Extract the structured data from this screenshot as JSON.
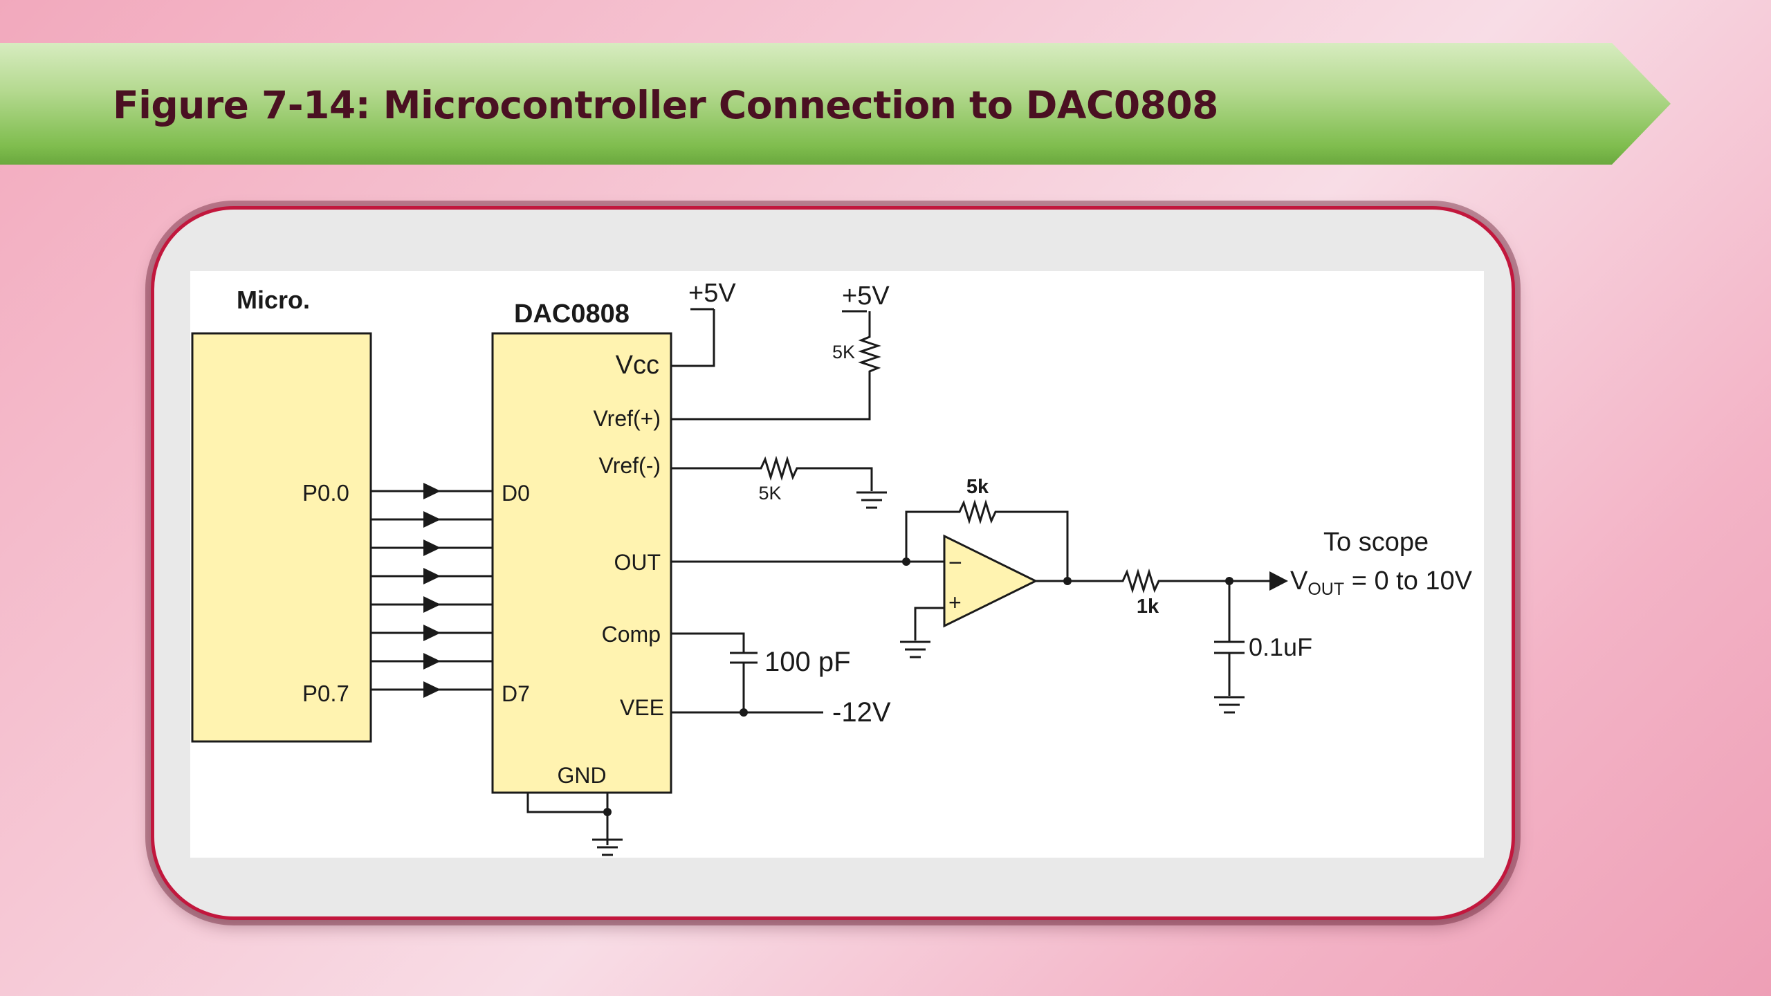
{
  "title": "Figure 7-14: Microcontroller Connection to DAC0808",
  "diagram": {
    "micro_label": "Micro.",
    "dac_label": "DAC0808",
    "pins": {
      "vcc": "Vcc",
      "vref_pos": "Vref(+)",
      "vref_neg": "Vref(-)",
      "out": "OUT",
      "comp": "Comp",
      "vee": "VEE",
      "gnd": "GND",
      "d0": "D0",
      "d7": "D7",
      "p00": "P0.0",
      "p07": "P0.7"
    },
    "supply_vcc": "+5V",
    "supply_ref": "+5V",
    "r_ref_pos": "5K",
    "r_ref_neg": "5K",
    "r_feedback": "5k",
    "r_out": "1k",
    "c_comp": "100 pF",
    "vee_supply": "-12V",
    "c_out": "0.1uF",
    "to_scope": "To scope",
    "vout_v": "V",
    "vout_sub": "OUT",
    "vout_range": " = 0 to 10V",
    "op_minus": "−",
    "op_plus": "+"
  }
}
